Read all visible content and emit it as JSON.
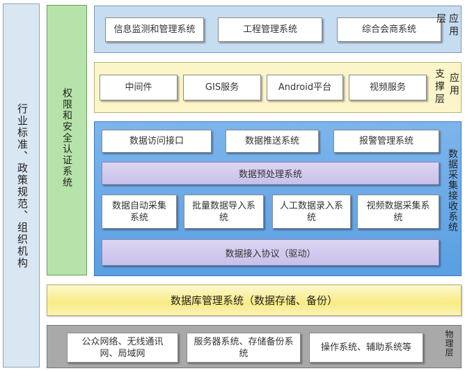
{
  "left_column": {
    "label": "行业标准、政策规范、组织机构"
  },
  "auth_column": {
    "label": "权限和安全认证系统"
  },
  "app_layer": {
    "label": "应用层",
    "items": [
      "信息监测和管理系统",
      "工程管理系统",
      "综合会商系统"
    ]
  },
  "support_layer": {
    "label_col1": "应用",
    "label_col2": "支撑层",
    "items": [
      "中间件",
      "GIS服务",
      "Android平台",
      "视频服务"
    ]
  },
  "collect_layer": {
    "label": "数据采集接收系统",
    "top_items": [
      "数据访问接口",
      "数据推送系统",
      "报警管理系统"
    ],
    "preprocess": "数据预处理系统",
    "mid_items": [
      "数据自动采集系统",
      "批量数据导入系统",
      "人工数据录入系统",
      "视频数据采集系统"
    ],
    "protocol": "数据接入协议（驱动）"
  },
  "db_layer": {
    "label": "数据库管理系统（数据存储、备份）"
  },
  "physical_layer": {
    "label": "物理层",
    "items": [
      "公众网络、无线通讯网、局域网",
      "服务器系统、存储备份系统",
      "操作系统、辅助系统等"
    ]
  },
  "colors": {
    "light_blue": "#d9e7f3",
    "app_blue": "#c6dcf1",
    "light_yellow": "#fbf5c9",
    "collect_blue": "#64a6e6",
    "green": "#b6e3a9",
    "lavender": "#cfc7ec",
    "grey": "#a9a9a9"
  }
}
